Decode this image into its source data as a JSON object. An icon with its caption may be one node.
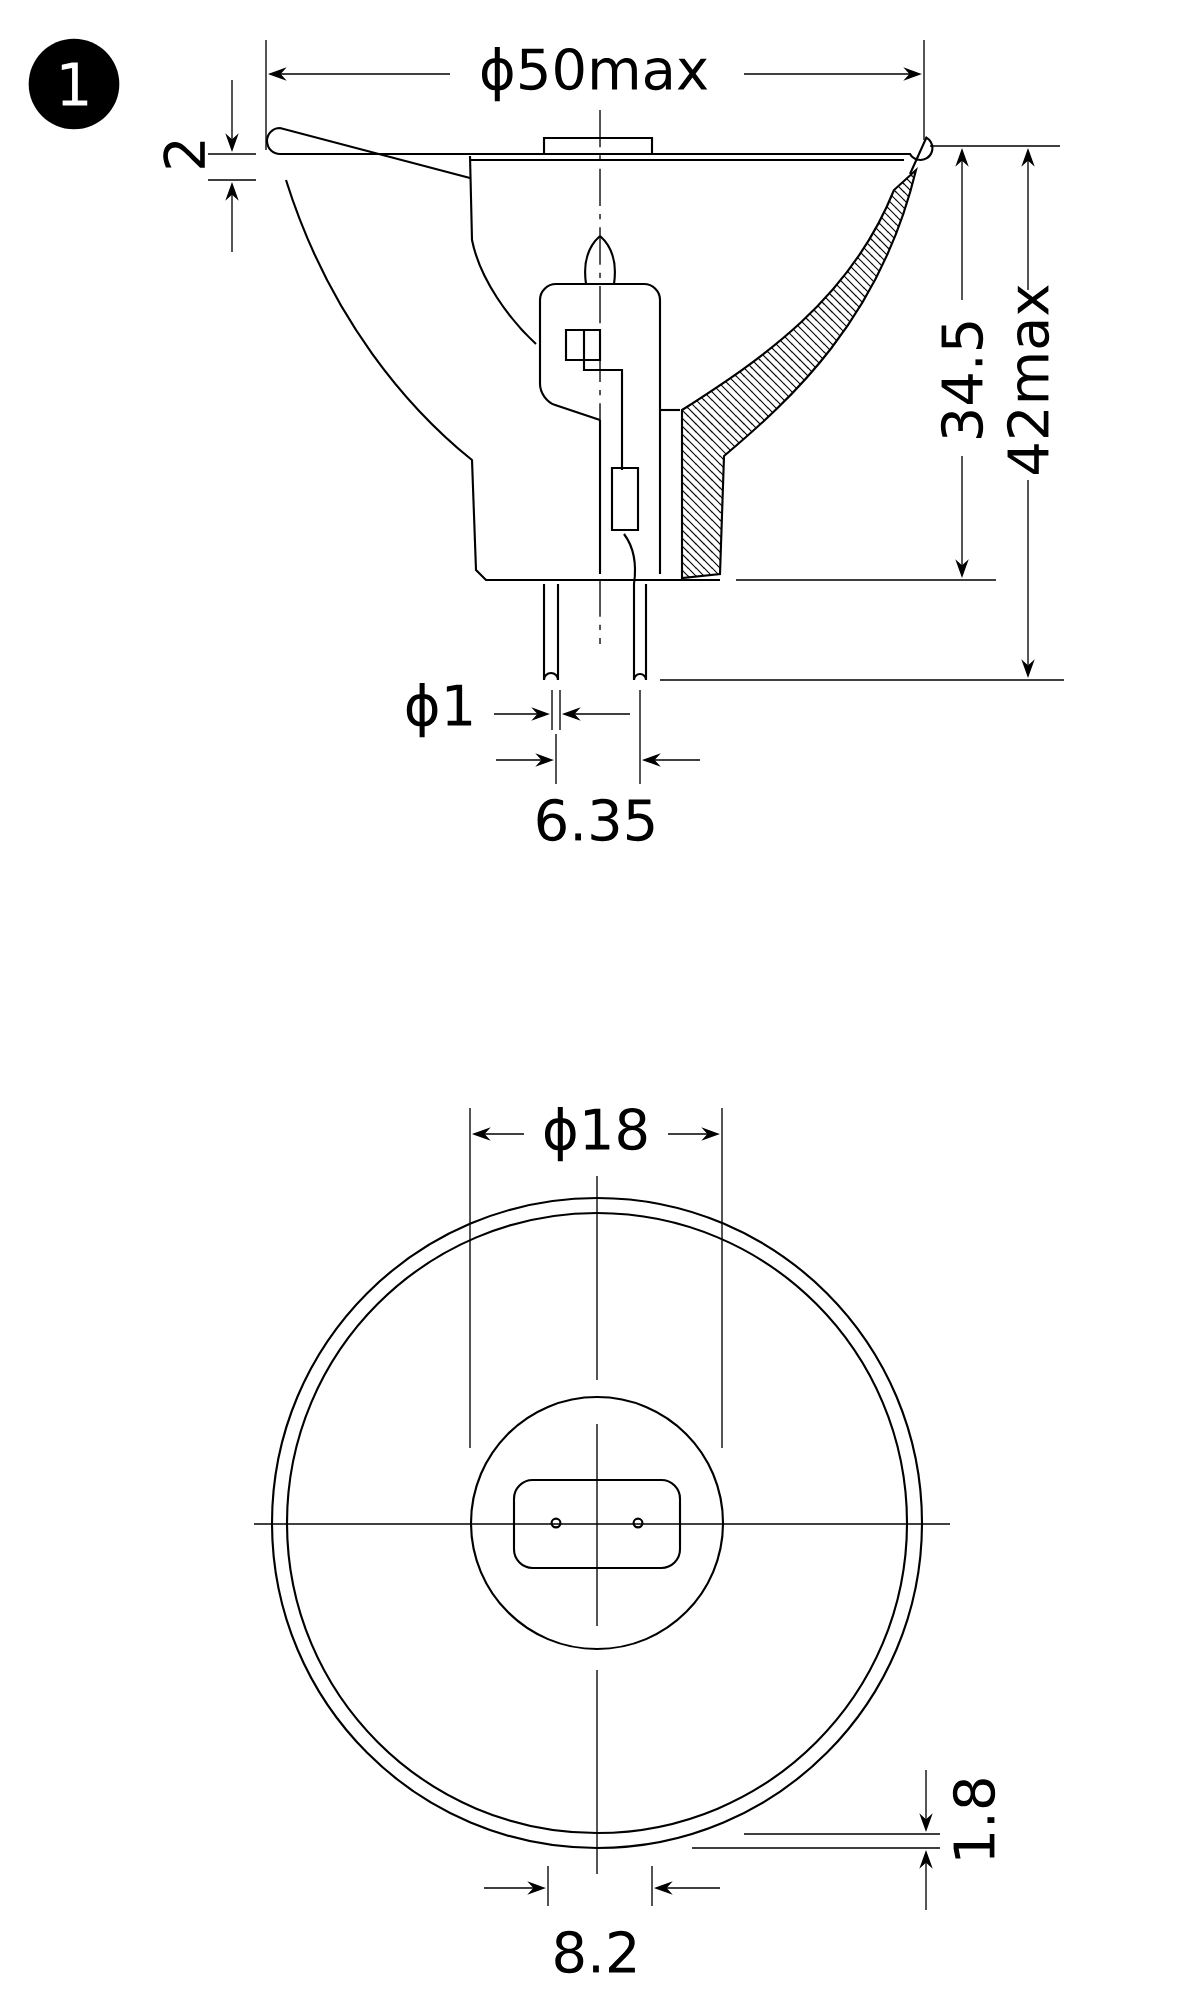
{
  "diagram": {
    "labels": [
      "1",
      "ϕ50max",
      "2",
      "34.5",
      "42max",
      "ϕ1",
      "6.35",
      "ϕ18",
      "1.8",
      "8.2"
    ]
  }
}
